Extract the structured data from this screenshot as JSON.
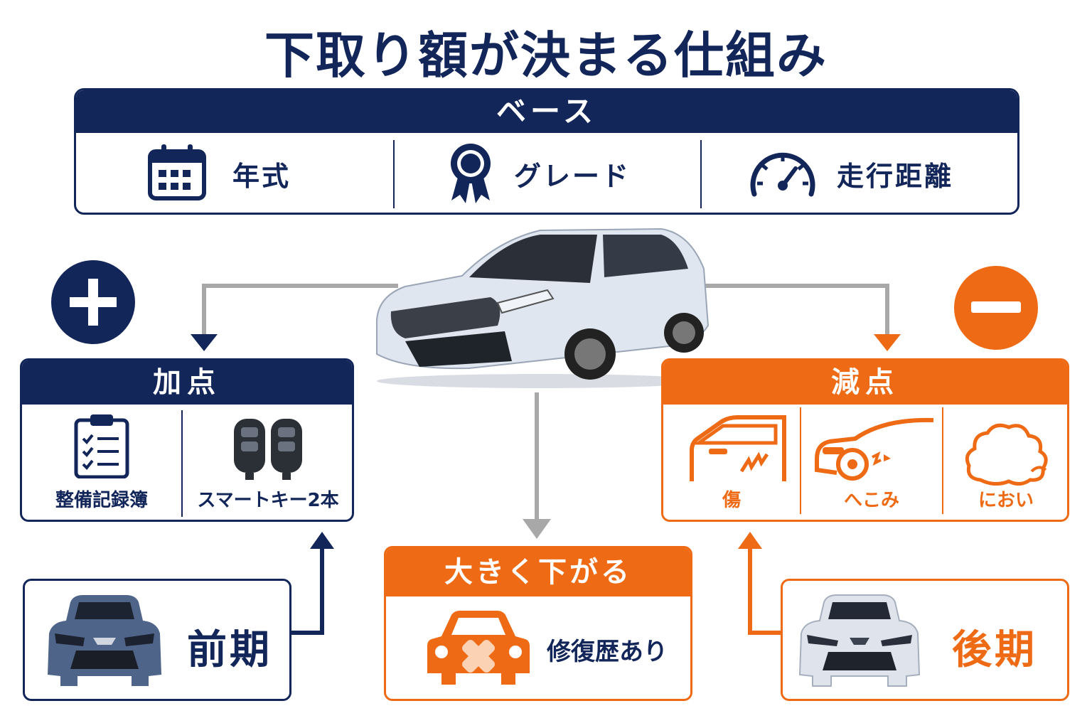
{
  "title": "下取り額が決まる仕組み",
  "base": {
    "header": "ベース",
    "items": [
      {
        "label": "年式",
        "icon": "calendar-icon"
      },
      {
        "label": "グレード",
        "icon": "award-ribbon-icon"
      },
      {
        "label": "走行距離",
        "icon": "speedometer-icon"
      }
    ]
  },
  "plus": {
    "header": "加点",
    "items": [
      {
        "label": "整備記録簿",
        "icon": "clipboard-checklist-icon"
      },
      {
        "label": "スマートキー2本",
        "icon": "smart-key-icon"
      }
    ]
  },
  "minus": {
    "header": "減点",
    "items": [
      {
        "label": "傷",
        "icon": "scratched-door-icon"
      },
      {
        "label": "へこみ",
        "icon": "dented-car-icon"
      },
      {
        "label": "におい",
        "icon": "smell-cloud-icon"
      }
    ]
  },
  "big_drop": {
    "header": "大きく下がる",
    "label": "修復歴あり",
    "icon": "repaired-car-icon"
  },
  "early_model": {
    "label": "前期"
  },
  "late_model": {
    "label": "後期"
  },
  "colors": {
    "navy": "#13265a",
    "orange": "#ee6a14",
    "gray": "#9a9a9a"
  }
}
